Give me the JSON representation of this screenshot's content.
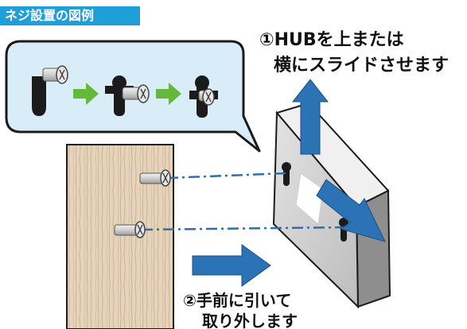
{
  "title": "ネジ設置の図例",
  "steps": {
    "slide_line1": "①HUBを上または",
    "slide_line2": "横にスライドさせます",
    "pull_line1": "②手前に引いて",
    "pull_line2": "取り外します"
  },
  "colors": {
    "badge": "#1e9fd8",
    "bubble_fill": "#d9edf8",
    "bubble_stroke": "#1b1b1b",
    "arrow_green": "#66b83a",
    "arrow_blue": "#2c73b6",
    "hub_front": "#c9c9c9",
    "hub_side": "#8e8e8e",
    "wood": "#e3cfb6",
    "keyhole": "#1b1b1b",
    "guide_line": "#2c6fb0"
  },
  "icons": [
    "screw-icon",
    "keyhole-icon",
    "arrow-right-icon",
    "arrow-up-icon"
  ]
}
